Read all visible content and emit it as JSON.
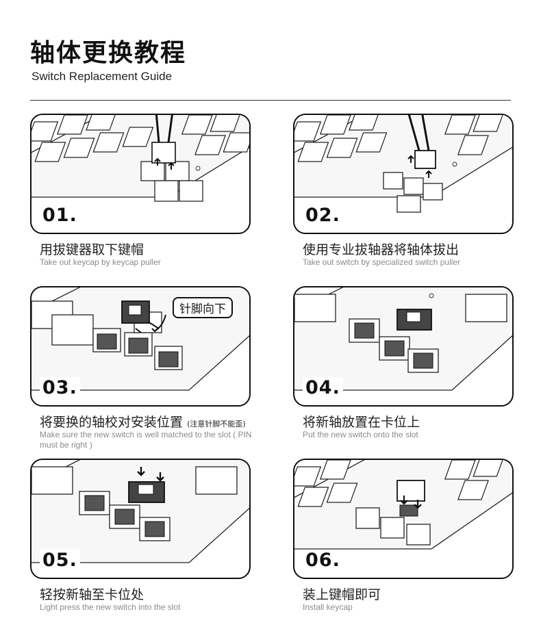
{
  "header": {
    "title": "轴体更换教程",
    "subtitle": "Switch Replacement Guide"
  },
  "steps": [
    {
      "number": "01.",
      "title": "用拔键器取下键帽",
      "desc": "Take out keycap by keycap puller"
    },
    {
      "number": "02.",
      "title": "使用专业拔轴器将轴体拔出",
      "desc": "Take out switch by specialized switch puller"
    },
    {
      "number": "03.",
      "title": "将要换的轴校对安装位置",
      "note": "(注意针脚不能歪)",
      "callout": "针脚向下",
      "desc": "Make sure the new switch is well matched to the slot ( PIN must be right )"
    },
    {
      "number": "04.",
      "title": "将新轴放置在卡位上",
      "desc": "Put the new switch onto the slot"
    },
    {
      "number": "05.",
      "title": "轻按新轴至卡位处",
      "desc": "Light press the new switch into the slot"
    },
    {
      "number": "06.",
      "title": "装上键帽即可",
      "desc": "Install keycap"
    }
  ]
}
